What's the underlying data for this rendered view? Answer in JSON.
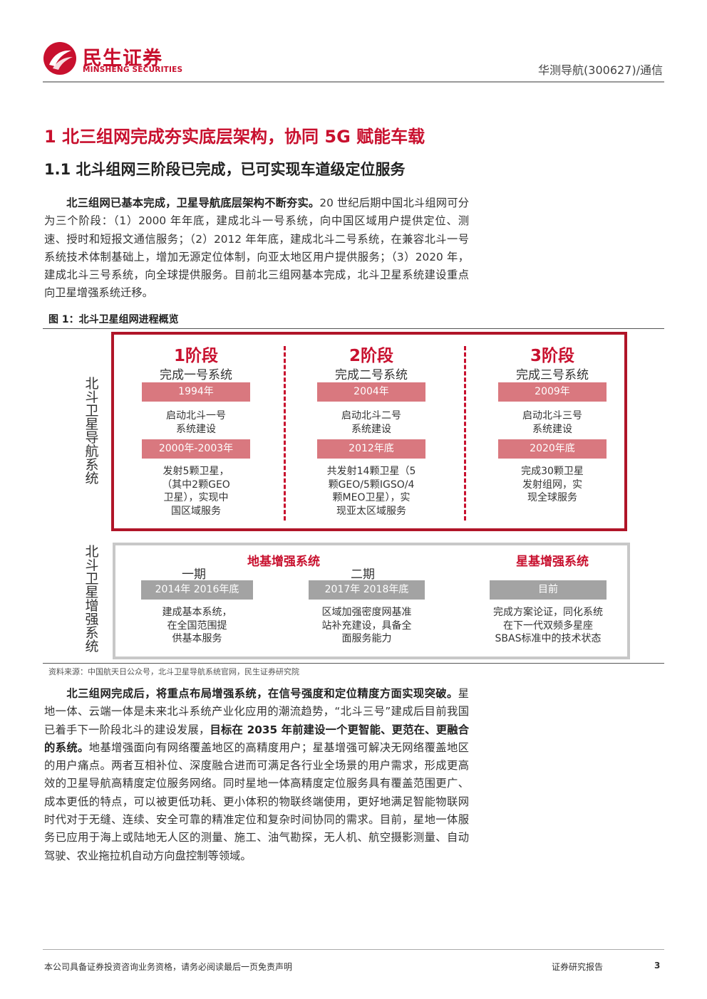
{
  "header": {
    "logo_cn": "民生证券",
    "logo_en": "MINSHENG SECURITIES",
    "right_text": "华测导航(300627)/通信",
    "brand_color": "#c8102e"
  },
  "headings": {
    "h1": "1 北三组网完成夯实底层架构，协同 5G 赋能车载",
    "h2": "1.1 北斗组网三阶段已完成，已可实现车道级定位服务"
  },
  "para1": {
    "lead": "北三组网已基本完成，卫星导航底层架构不断夯实。",
    "text": "20 世纪后期中国北斗组网可分为三个阶段：（1）2000 年年底，建成北斗一号系统，向中国区域用户提供定位、测速、授时和短报文通信服务；（2）2012 年年底，建成北斗二号系统，在兼容北斗一号系统技术体制基础上，增加无源定位体制，向亚太地区用户提供服务；（3）2020 年，建成北斗三号系统，向全球提供服务。目前北三组网基本完成，北斗卫星系统建设重点向卫星增强系统迁移。"
  },
  "figure": {
    "title": "图 1：北斗卫星组网进程概览",
    "source": "资料来源：中国航天日公众号，北斗卫星导航系统官网，民生证券研究院",
    "left_label_top": "北斗卫星导航系统",
    "left_label_bottom": "北斗卫星增强系统",
    "stages": [
      {
        "title": "1阶段",
        "sub": "完成一号系统",
        "year1": "1994年",
        "desc1": "启动北斗一号\n系统建设",
        "year2": "2000年-2003年",
        "desc2": "发射5颗卫星，\n（其中2颗GEO\n卫星），实现中\n国区域服务"
      },
      {
        "title": "2阶段",
        "sub": "完成二号系统",
        "year1": "2004年",
        "desc1": "启动北斗二号\n系统建设",
        "year2": "2012年底",
        "desc2": "共发射14颗卫星（5\n颗GEO/5颗IGSO/4\n颗MEO卫星），实\n现亚太区域服务"
      },
      {
        "title": "3阶段",
        "sub": "完成三号系统",
        "year1": "2009年",
        "desc1": "启动北斗三号\n系统建设",
        "year2": "2020年底",
        "desc2": "完成30颗卫星\n发射组网，实\n现全球服务"
      }
    ],
    "ground": {
      "title": "地基增强系统",
      "phases": [
        {
          "label": "一期",
          "years": "2014年  2016年底",
          "desc": "建成基本系统，\n在全国范围提\n供基本服务"
        },
        {
          "label": "二期",
          "years": "2017年  2018年底",
          "desc": "区域加强密度网基准\n站补充建设，具备全\n面服务能力"
        }
      ]
    },
    "satellite": {
      "title": "星基增强系统",
      "years": "目前",
      "desc": "完成方案论证，同化系统\n在下一代双频多星座\nSBAS标准中的技术状态"
    }
  },
  "para2": {
    "lead": "北三组网完成后，将重点布局增强系统，在信号强度和定位精度方面实现突破。",
    "text_a": "星地一体、云端一体是未来北斗系统产业化应用的潮流趋势，“北斗三号”建成后目前我国已着手下一阶段北斗的建设发展，",
    "bold_mid": "目标在 2035 年前建设一个更智能、更范在、更融合的系统。",
    "text_b": "地基增强面向有网络覆盖地区的高精度用户；星基增强可解决无网络覆盖地区的用户痛点。两者互相补位、深度融合进而可满足各行业全场景的用户需求，形成更高效的卫星导航高精度定位服务网络。同时星地一体高精度定位服务具有覆盖范围更广、成本更低的特点，可以被更低功耗、更小体积的物联终端使用，更好地满足智能物联网时代对于无缝、连续、安全可靠的精准定位和复杂时间协同的需求。目前，星地一体服务已应用于海上或陆地无人区的测量、施工、油气勘探，无人机、航空摄影测量、自动驾驶、农业拖拉机自动方向盘控制等领域。"
  },
  "footer": {
    "left": "本公司具备证券投资咨询业务资格，请务必阅读最后一页免责声明",
    "right": "证券研究报告",
    "page": "3"
  }
}
